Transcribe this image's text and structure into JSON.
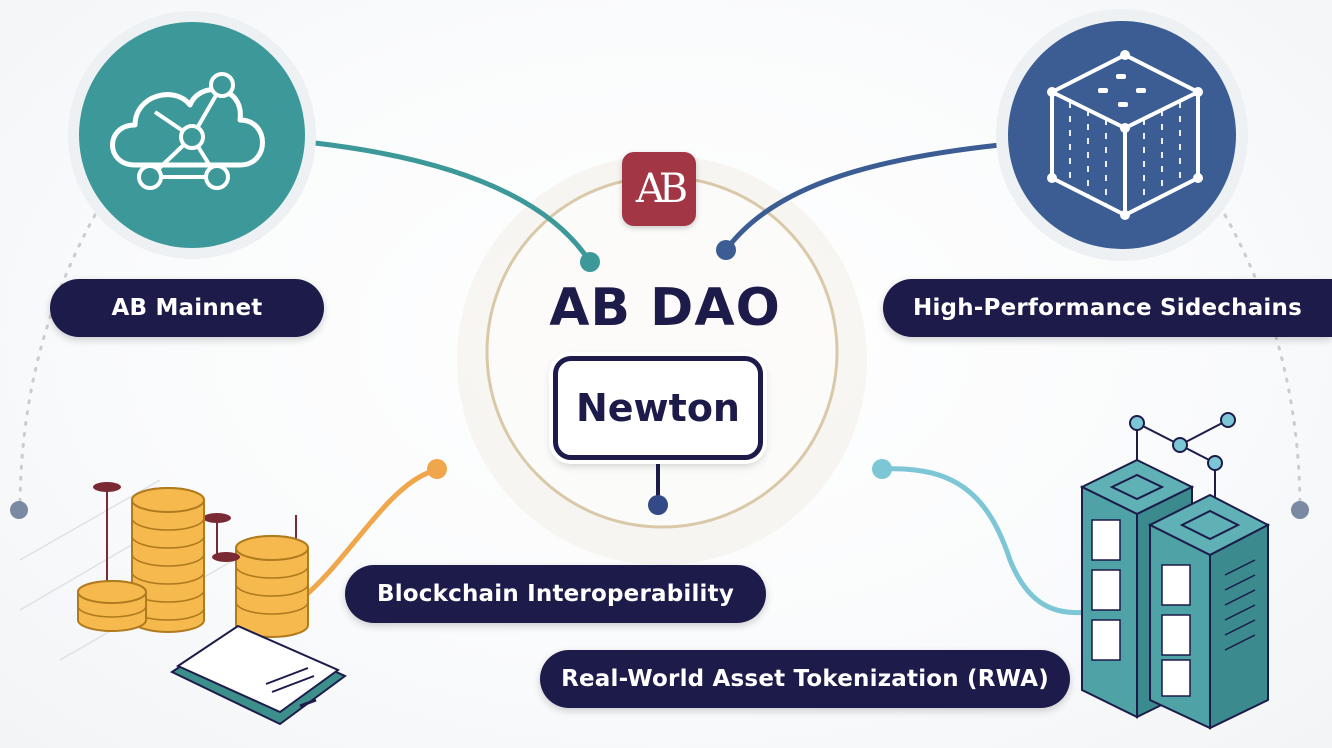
{
  "center": {
    "logo_text": "AB",
    "title": "AB DAO",
    "core_label": "Newton"
  },
  "nodes": [
    {
      "label": "AB Mainnet",
      "icon": "cloud-network-icon",
      "color": "#3d9999"
    },
    {
      "label": "High-Performance Sidechains",
      "icon": "grid-cube-icon",
      "color": "#3b5d94"
    },
    {
      "label": "Blockchain Interoperability",
      "icon": "coin-stacks-icon",
      "color": "#f0a64a"
    },
    {
      "label": "Real-World Asset Tokenization (RWA)",
      "icon": "buildings-icon",
      "color": "#7cc6d6"
    }
  ],
  "colors": {
    "navy": "#1c1b4a",
    "logo_red": "#a23644",
    "teal": "#3d9999",
    "blue": "#3b5d94",
    "orange": "#f0a64a",
    "light_blue": "#7cc6d6",
    "ring": "#d9c9a8"
  }
}
